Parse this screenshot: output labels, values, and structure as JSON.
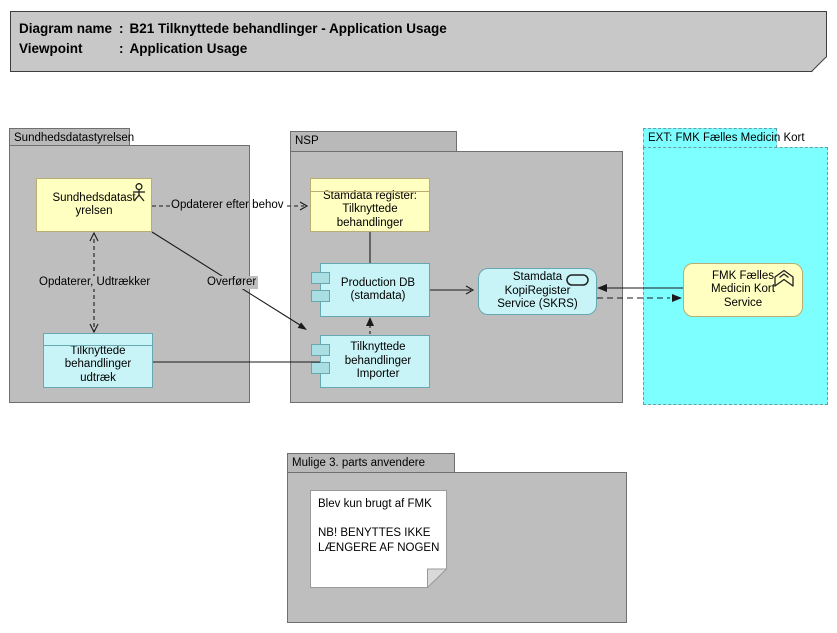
{
  "title": {
    "rows": [
      {
        "label": "Diagram name",
        "sep": ":",
        "value": "B21 Tilknyttede behandlinger - Application Usage"
      },
      {
        "label": "Viewpoint",
        "sep": ":",
        "value": "Application Usage"
      }
    ]
  },
  "groups": {
    "sds": {
      "label": "Sundhedsdatastyrelsen"
    },
    "nsp": {
      "label": "NSP"
    },
    "ext": {
      "label": "EXT: FMK Fælles Medicin Kort"
    },
    "third": {
      "label": "Mulige 3. parts anvendere"
    }
  },
  "nodes": {
    "sds_actor": {
      "label": "Sundhedsdatast\nyrelsen",
      "icon": "actor-stick-figure"
    },
    "stamdata_register": {
      "label": "Stamdata register:\nTilknyttede\nbehandlinger"
    },
    "udtraek": {
      "label": "Tilknyttede\nbehandlinger\nudtræk"
    },
    "prod_db": {
      "label": "Production DB\n(stamdata)",
      "icon": "component-squares"
    },
    "importer": {
      "label": "Tilknyttede\nbehandlinger\nImporter",
      "icon": "component-squares"
    },
    "skrs": {
      "label": "Stamdata\nKopiRegister\nService (SKRS)",
      "icon": "service-oval"
    },
    "fmk_service": {
      "label": "FMK Fælles\nMedicin Kort\nService",
      "icon": "chevron-badge"
    }
  },
  "connectors": {
    "opdaterer_efter_behov": {
      "label": "Opdaterer efter behov",
      "style": "dashed, open arrow right"
    },
    "opdaterer_udtraekker": {
      "label": "Opdaterer, Udtrækker",
      "style": "dashed, open arrows both ends"
    },
    "overfoerer": {
      "label": "Overfører",
      "style": "solid, filled arrow"
    }
  },
  "note": {
    "text": "Blev kun brugt af FMK\n\nNB! BENYTTES IKKE\nLÆNGERE AF NOGEN"
  },
  "colors": {
    "group_gray": "#BEBEBE",
    "element_yellow": "#FFFFC2",
    "element_cyan": "#C9F4F7",
    "ext_cyan": "#7DFFFF",
    "title_gray": "#C8C8C8",
    "line": "#1A1A1A"
  }
}
